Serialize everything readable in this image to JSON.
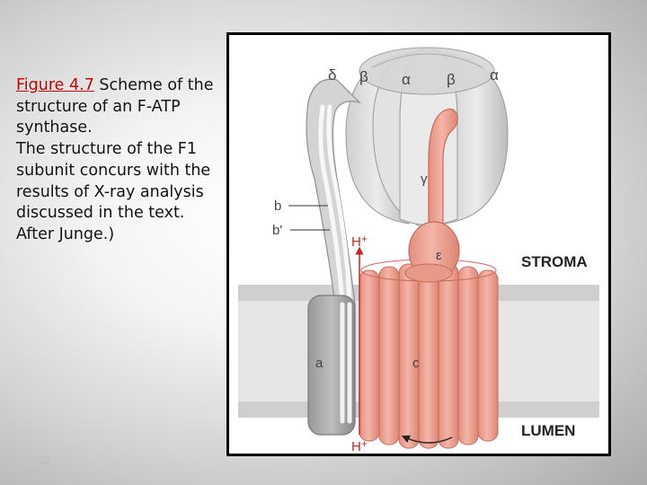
{
  "caption": {
    "figure_ref": "Figure 4.7",
    "line1_rest": " Scheme of the structure of an F-ATP synthase.",
    "line2": "The structure of the F1 subunit concurs with the results of X-ray analysis discussed in the text. After Junge.)"
  },
  "slide_number": "32",
  "diagram": {
    "labels": {
      "delta": "δ",
      "beta1": "β",
      "alpha1": "α",
      "beta2": "β",
      "alpha2": "α",
      "gamma": "γ",
      "epsilon": "ε",
      "b": "b",
      "b_prime": "b'",
      "a": "a",
      "c": "c",
      "h_top": "H",
      "h_bottom": "H",
      "plus": "+",
      "stroma": "STROMA",
      "lumen": "LUMEN"
    },
    "colors": {
      "salmon": "#eba192",
      "salmon_dark": "#c8705f",
      "gray_light": "#dcdcdc",
      "gray_mid": "#b9b9b9",
      "gray_dark": "#8f8f8f",
      "membrane": "#c6c6c6",
      "proton_red": "#cc2222"
    }
  }
}
